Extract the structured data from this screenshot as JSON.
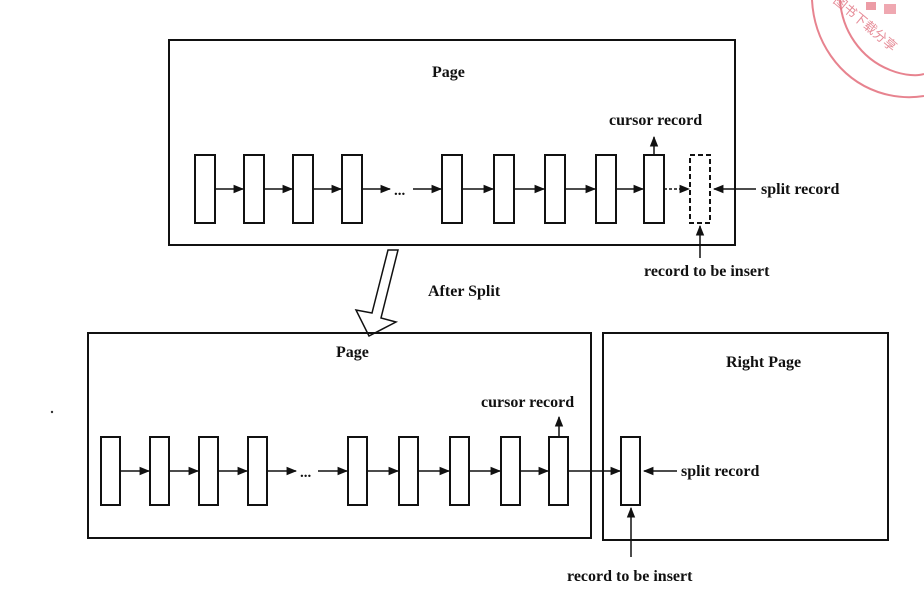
{
  "top_panel": {
    "title": "Page",
    "cursor_label": "cursor record",
    "split_label": "split record",
    "insert_label": "record to be insert",
    "ellipsis": "..."
  },
  "transition": {
    "label": "After Split"
  },
  "bottom_left_panel": {
    "title": "Page",
    "cursor_label": "cursor record",
    "ellipsis": "..."
  },
  "bottom_right_panel": {
    "title": "Right Page",
    "split_label": "split record",
    "insert_label": "record to be insert"
  },
  "colors": {
    "stroke": "#111111",
    "background": "#ffffff",
    "stamp": "#e05a6a"
  },
  "stamp_text": "图书下载分享"
}
